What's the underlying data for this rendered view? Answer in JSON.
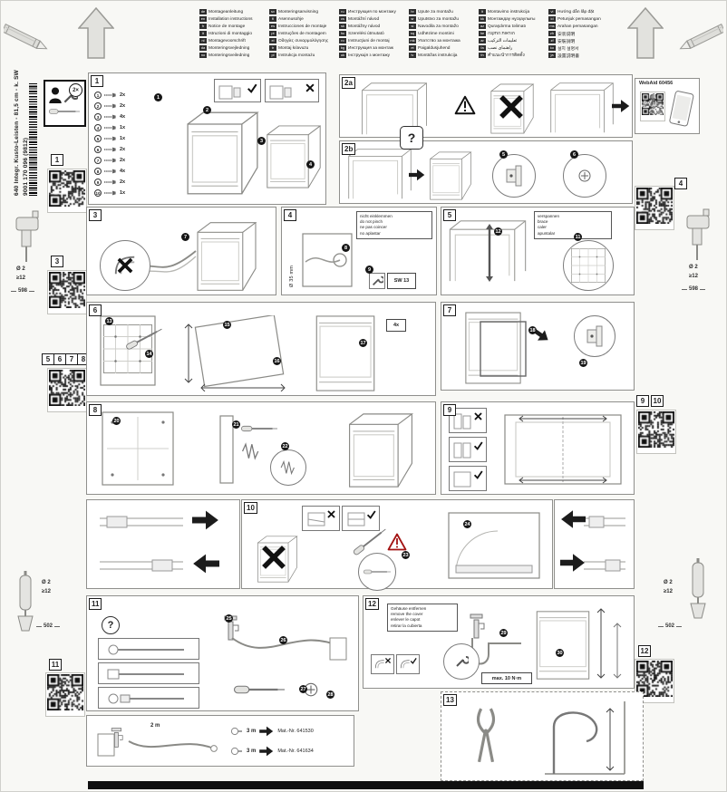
{
  "page": {
    "model_label": "640 Integr. Kusto-Leisten - 81,5 cm - k. SW",
    "doc_number": "9001 170 096 (9812)"
  },
  "header": {
    "languages": [
      {
        "code": "de",
        "label": "Montageanleitung"
      },
      {
        "code": "en",
        "label": "Installation instructions"
      },
      {
        "code": "fr",
        "label": "Notice de montage"
      },
      {
        "code": "it",
        "label": "Istruzioni di montaggio"
      },
      {
        "code": "nl",
        "label": "Montagevoorschrift"
      },
      {
        "code": "da",
        "label": "Monteringsvejledning"
      },
      {
        "code": "no",
        "label": "Monteringsveiledning"
      },
      {
        "code": "sv",
        "label": "Monteringsanvisning"
      },
      {
        "code": "fi",
        "label": "Asennusohje"
      },
      {
        "code": "es",
        "label": "Instrucciones de montaje"
      },
      {
        "code": "pt",
        "label": "Instruções de montagem"
      },
      {
        "code": "el",
        "label": "Οδηγίες συναρμολόγησης"
      },
      {
        "code": "tr",
        "label": "Montaj kılavuzu"
      },
      {
        "code": "pl",
        "label": "Instrukcja montażu"
      },
      {
        "code": "ru",
        "label": "Инструкция по монтажу"
      },
      {
        "code": "cs",
        "label": "Montážní návod"
      },
      {
        "code": "sk",
        "label": "Montážny návod"
      },
      {
        "code": "hu",
        "label": "Szerelési útmutató"
      },
      {
        "code": "ro",
        "label": "Instrucţiuni de montaj"
      },
      {
        "code": "bg",
        "label": "Инструкция за монтаж"
      },
      {
        "code": "uk",
        "label": "Інструкція з монтажу"
      },
      {
        "code": "hr",
        "label": "Upute za montažu"
      },
      {
        "code": "sr",
        "label": "Uputstvo za montažu"
      },
      {
        "code": "sl",
        "label": "Navodila za montažo"
      },
      {
        "code": "sq",
        "label": "Udhëzime montimi"
      },
      {
        "code": "mk",
        "label": "Упатство за монтажа"
      },
      {
        "code": "et",
        "label": "Paigaldusjuhend"
      },
      {
        "code": "lv",
        "label": "Montāžas instrukcija"
      },
      {
        "code": "lt",
        "label": "Montavimo instrukcija"
      },
      {
        "code": "kk",
        "label": "Монтаждау нұсқаулығы"
      },
      {
        "code": "az",
        "label": "Quraşdırma təlimatı"
      },
      {
        "code": "he",
        "label": "הוראות התקנה"
      },
      {
        "code": "ar",
        "label": "تعليمات التركيب"
      },
      {
        "code": "fa",
        "label": "راهنمای نصب"
      },
      {
        "code": "th",
        "label": "คำแนะนำการติดตั้ง"
      },
      {
        "code": "vi",
        "label": "Hướng dẫn lắp đặt"
      },
      {
        "code": "id",
        "label": "Petunjuk pemasangan"
      },
      {
        "code": "ms",
        "label": "Arahan pemasangan"
      },
      {
        "code": "zh",
        "label": "安装说明"
      },
      {
        "code": "zf",
        "label": "安裝說明"
      },
      {
        "code": "ko",
        "label": "설치 설명서"
      },
      {
        "code": "ja",
        "label": "設置説明書"
      }
    ]
  },
  "margins": {
    "tools_badge": "2×",
    "drill": {
      "dia": "Ø 2",
      "depth": "≥12",
      "height": "598"
    },
    "gun": {
      "dia": "Ø 2",
      "depth": "≥12",
      "width": "502"
    },
    "qr_steps": {
      "s1": "1",
      "s3": "3",
      "s4": "4",
      "s5": "5",
      "s6": "6",
      "s7": "7",
      "s8": "8",
      "s9": "9",
      "s10": "10",
      "s11": "11",
      "s12": "12"
    }
  },
  "panels": {
    "p1": {
      "no": "1",
      "markers": [
        "1",
        "2",
        "3",
        "4"
      ],
      "parts": [
        {
          "num": "1",
          "qty": "2x"
        },
        {
          "num": "2",
          "qty": "2x"
        },
        {
          "num": "3",
          "qty": "4x"
        },
        {
          "num": "4",
          "qty": "1x"
        },
        {
          "num": "5",
          "qty": "1x"
        },
        {
          "num": "6",
          "qty": "2x"
        },
        {
          "num": "7",
          "qty": "2x"
        },
        {
          "num": "8",
          "qty": "4x"
        },
        {
          "num": "9",
          "qty": "2x"
        },
        {
          "num": "10",
          "qty": "1x"
        }
      ]
    },
    "p2a": {
      "no": "2a"
    },
    "webaid": {
      "label": "WebAid 60456"
    },
    "qbox": "?",
    "p2b": {
      "no": "2b",
      "markers": [
        "5",
        "6"
      ]
    },
    "p3": {
      "no": "3",
      "markers": [
        "7"
      ]
    },
    "p4": {
      "no": "4",
      "note": [
        "nicht einklemmen",
        "do not pinch",
        "ne pas coincer",
        "no aplastar"
      ],
      "hole": "Ø 35 mm",
      "tool": "SW 13",
      "markers": [
        "8",
        "9"
      ]
    },
    "p5": {
      "no": "5",
      "note": [
        "verspannen",
        "brace",
        "caler",
        "apuntalar"
      ],
      "markers": [
        "11",
        "12"
      ]
    },
    "p6": {
      "no": "6",
      "qty": "4x",
      "markers": [
        "13",
        "14",
        "15",
        "16",
        "17"
      ]
    },
    "p7": {
      "no": "7",
      "markers": [
        "18",
        "19"
      ]
    },
    "p8": {
      "no": "8",
      "markers": [
        "20",
        "21",
        "22"
      ]
    },
    "p9": {
      "no": "9"
    },
    "p10": {
      "no": "10",
      "markers": [
        "23",
        "24"
      ]
    },
    "p11": {
      "no": "11",
      "q": "?",
      "markers": [
        "25",
        "26",
        "27",
        "28"
      ]
    },
    "p12": {
      "no": "12",
      "note": [
        "Gehäuse entfernen",
        "remove the cover",
        "enlever le capot",
        "retirar la cubierta"
      ],
      "torque": "max. 10 N·m",
      "markers": [
        "29",
        "30"
      ]
    },
    "hose": {
      "len": "2 m",
      "options": [
        {
          "len": "3 m",
          "part": "Mat.-Nr. 641530"
        },
        {
          "len": "3 m",
          "part": "Mat.-Nr. 641634"
        }
      ]
    },
    "pliers": {
      "no": "13"
    }
  }
}
